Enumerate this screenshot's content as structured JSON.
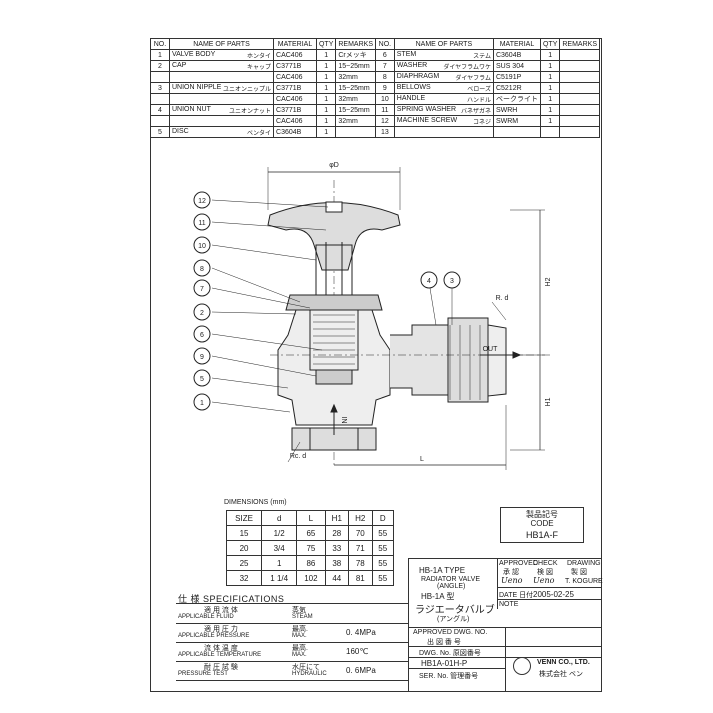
{
  "parts_header": {
    "no": "NO.",
    "name": "NAME OF PARTS",
    "material": "MATERIAL",
    "qty": "QTY",
    "remarks": "REMARKS"
  },
  "parts_left": [
    {
      "no": "1",
      "name": "VALVE BODY",
      "jp": "ホンタイ",
      "material": "CAC406",
      "qty": "1",
      "remarks": "Crメッキ"
    },
    {
      "no": "2",
      "name": "CAP",
      "jp": "キャップ",
      "material": "C3771B",
      "qty": "1",
      "remarks": "15~25mm"
    },
    {
      "no": "",
      "name": "",
      "jp": "",
      "material": "CAC406",
      "qty": "1",
      "remarks": "32mm"
    },
    {
      "no": "3",
      "name": "UNION NIPPLE",
      "jp": "ユニオンニップル",
      "material": "C3771B",
      "qty": "1",
      "remarks": "15~25mm"
    },
    {
      "no": "",
      "name": "",
      "jp": "",
      "material": "CAC406",
      "qty": "1",
      "remarks": "32mm"
    },
    {
      "no": "4",
      "name": "UNION NUT",
      "jp": "ユニオンナット",
      "material": "C3771B",
      "qty": "1",
      "remarks": "15~25mm"
    },
    {
      "no": "",
      "name": "",
      "jp": "",
      "material": "CAC406",
      "qty": "1",
      "remarks": "32mm"
    },
    {
      "no": "5",
      "name": "DISC",
      "jp": "ベンタイ",
      "material": "C3604B",
      "qty": "1",
      "remarks": ""
    }
  ],
  "parts_right": [
    {
      "no": "6",
      "name": "STEM",
      "jp": "ステム",
      "material": "C3604B",
      "qty": "1",
      "remarks": ""
    },
    {
      "no": "7",
      "name": "WASHER",
      "jp": "ダイヤフラムワケ",
      "material": "SUS 304",
      "qty": "1",
      "remarks": ""
    },
    {
      "no": "8",
      "name": "DIAPHRAGM",
      "jp": "ダイヤフラム",
      "material": "C5191P",
      "qty": "1",
      "remarks": ""
    },
    {
      "no": "9",
      "name": "BELLOWS",
      "jp": "ベローズ",
      "material": "C5212R",
      "qty": "1",
      "remarks": ""
    },
    {
      "no": "10",
      "name": "HANDLE",
      "jp": "ハンドル",
      "material": "ベークライト",
      "qty": "1",
      "remarks": ""
    },
    {
      "no": "11",
      "name": "SPRING WASHER",
      "jp": "バネザガネ",
      "material": "SWRH",
      "qty": "1",
      "remarks": ""
    },
    {
      "no": "12",
      "name": "MACHINE SCREW",
      "jp": "コネジ",
      "material": "SWRM",
      "qty": "1",
      "remarks": ""
    },
    {
      "no": "13",
      "name": "",
      "jp": "",
      "material": "",
      "qty": "",
      "remarks": ""
    }
  ],
  "drawing": {
    "dia_label": "φD",
    "h1": "H1",
    "h2": "H2",
    "l": "L",
    "rcd_top": "R. d",
    "rcd_bottom": "Rc. d",
    "out": "OUT",
    "in": "IN",
    "callouts": [
      "12",
      "11",
      "10",
      "8",
      "7",
      "2",
      "6",
      "9",
      "5",
      "1",
      "4",
      "3"
    ]
  },
  "dimensions": {
    "title": "DIMENSIONS (mm)",
    "headers": [
      "SIZE",
      "d",
      "L",
      "H1",
      "H2",
      "D"
    ],
    "rows": [
      [
        "15",
        "1/2",
        "65",
        "28",
        "70",
        "55"
      ],
      [
        "20",
        "3/4",
        "75",
        "33",
        "71",
        "55"
      ],
      [
        "25",
        "1",
        "86",
        "38",
        "78",
        "55"
      ],
      [
        "32",
        "1 1/4",
        "102",
        "44",
        "81",
        "55"
      ]
    ]
  },
  "code": {
    "jp": "製品記号",
    "en": "CODE",
    "value": "HB1A-F"
  },
  "specs": {
    "title": "仕 様 SPECIFICATIONS",
    "rows": [
      {
        "jp": "適 用 流 体",
        "en": "APPLICABLE FLUID",
        "v1": "蒸気",
        "v2": "STEAM",
        "v3": ""
      },
      {
        "jp": "適 用 圧 力",
        "en": "APPLICABLE PRESSURE",
        "v1": "最高.",
        "v2": "MAX.",
        "v3": "0. 4MPa"
      },
      {
        "jp": "流 体 温 度",
        "en": "APPLICABLE TEMPERATURE",
        "v1": "最高.",
        "v2": "MAX.",
        "v3": "160℃"
      },
      {
        "jp": "耐 圧 試 験",
        "en": "PRESSURE TEST",
        "v1": "水圧にて",
        "v2": "HYDRAULIC",
        "v3": "0. 6MPa"
      }
    ]
  },
  "title_block": {
    "type_line": "HB-1A TYPE",
    "sub_line": "RADIATOR VALVE",
    "sub_line2": "(ANGLE)",
    "jp_type": "HB-1A 型",
    "jp_name": "ラジエータバルブ",
    "jp_sub": "(アングル)",
    "approved_en": "APPROVED",
    "approved_jp": "承 認",
    "check_en": "CHECK",
    "check_jp": "検 図",
    "drawing_en": "DRAWING",
    "drawing_jp": "製 図",
    "drawn_by": "T. KOGURE",
    "date_label": "DATE 日付",
    "date": "2005-02-25",
    "note_label": "NOTE",
    "approved_dwg_en": "APPROVED DWG. NO.",
    "approved_dwg_jp": "出 図 番 号",
    "dwg_no_label": "DWG. No. 原図番号",
    "dwg_no": "HB1A-01H-P",
    "ser_no_label": "SER. No. 管理番号",
    "company_en": "VENN CO., LTD.",
    "company_jp": "株式会社 ベン",
    "sig1": "Ueno",
    "sig2": "Ueno"
  }
}
